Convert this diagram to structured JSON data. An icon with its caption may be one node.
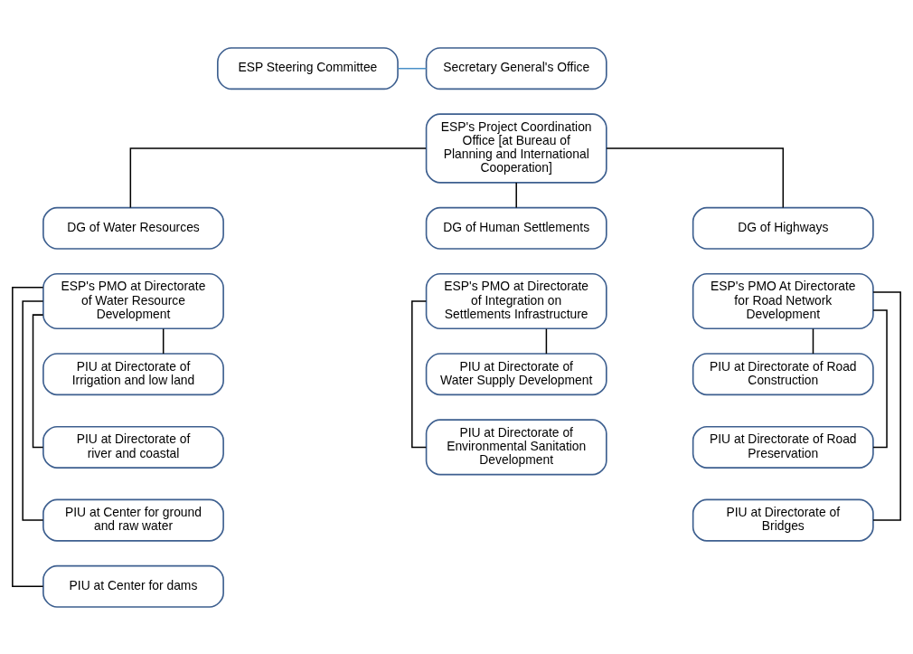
{
  "diagram": {
    "nodes": [
      {
        "text": [
          "ESP Steering Committee"
        ]
      },
      {
        "text": [
          "Secretary General's Office"
        ]
      },
      {
        "text": [
          "ESP's Project Coordination Office [at Bureau of Planning and International Cooperation]"
        ]
      },
      {
        "text": [
          "DG of Water Resources"
        ]
      },
      {
        "text": [
          "ESP's PMO at Directorate of Water Resource Development"
        ]
      },
      {
        "text": [
          "PIU at Directorate of Irrigation and low land"
        ]
      },
      {
        "text": [
          "PIU at Directorate of river and coastal"
        ]
      },
      {
        "text": [
          "PIU at Center for ground and raw water"
        ]
      },
      {
        "text": [
          "PIU at Center for dams"
        ]
      },
      {
        "text": [
          "DG of Human Settlements"
        ]
      },
      {
        "text": [
          "ESP's PMO at Directorate of Integration on Settlements Infrastructure"
        ]
      },
      {
        "text": [
          "PIU at Directorate of Water Supply Development"
        ]
      },
      {
        "text": [
          "PIU at Directorate of Environmental Sanitation Development"
        ]
      },
      {
        "text": [
          "DG of Highways"
        ]
      },
      {
        "text": [
          "ESP's PMO At Directorate for Road Network Development"
        ]
      },
      {
        "text": [
          "PIU at Directorate of Road Construction"
        ]
      },
      {
        "text": [
          "PIU at Directorate of Road Preservation"
        ]
      },
      {
        "text": [
          "PIU at Directorate of Bridges"
        ]
      }
    ],
    "edges": [
      {
        "from": 0,
        "to": 1,
        "arrow": "none",
        "color": "#4a90c8"
      },
      {
        "from": 2,
        "to": 3,
        "arrow": "none"
      },
      {
        "from": 2,
        "to": 9,
        "arrow": "none"
      },
      {
        "from": 2,
        "to": 13,
        "arrow": "none"
      },
      {
        "from": 4,
        "to": 5,
        "arrow": "none"
      },
      {
        "from": 4,
        "to": 6,
        "arrow": "none"
      },
      {
        "from": 4,
        "to": 7,
        "arrow": "none"
      },
      {
        "from": 4,
        "to": 8,
        "arrow": "none"
      },
      {
        "from": 10,
        "to": 11,
        "arrow": "none"
      },
      {
        "from": 10,
        "to": 12,
        "arrow": "none"
      },
      {
        "from": 14,
        "to": 15,
        "arrow": "none"
      },
      {
        "from": 14,
        "to": 16,
        "arrow": "none"
      },
      {
        "from": 14,
        "to": 17,
        "arrow": "none"
      }
    ]
  }
}
